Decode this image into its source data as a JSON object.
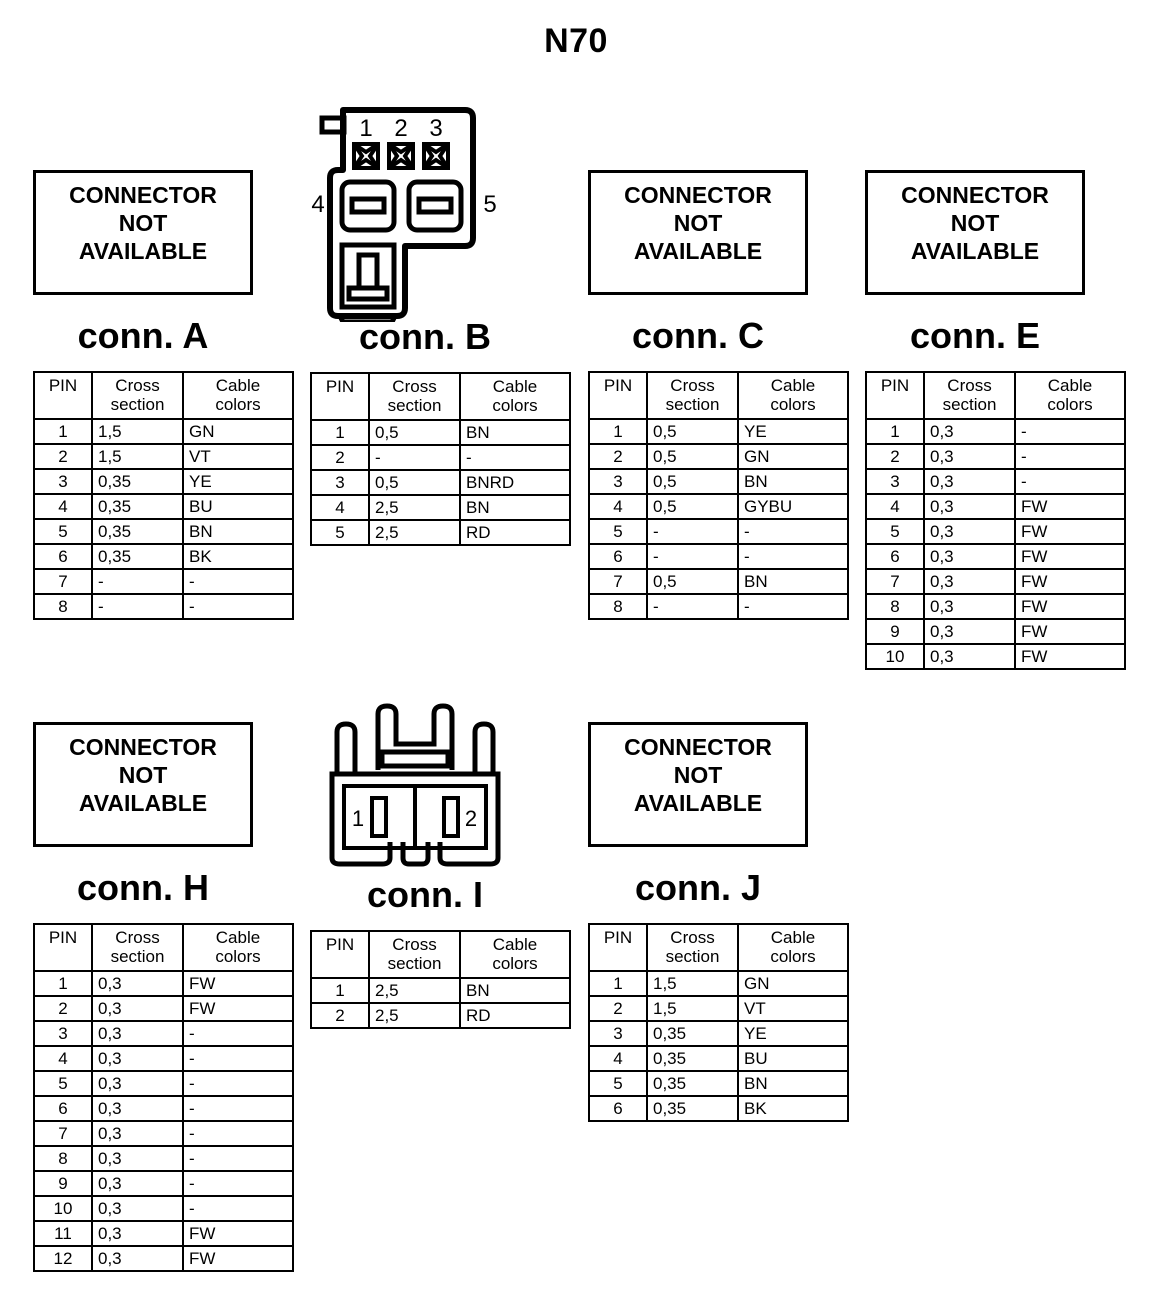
{
  "title": "N70",
  "labels": {
    "not_available": [
      "CONNECTOR",
      "NOT",
      "AVAILABLE"
    ],
    "header_pin": "PIN",
    "header_cross_1": "Cross",
    "header_cross_2": "section",
    "header_cable_1": "Cable",
    "header_cable_2": "colors"
  },
  "connectors": [
    {
      "id": "A",
      "label": "conn. A",
      "art": "not-available",
      "rows": [
        {
          "pin": "1",
          "cross_section": "1,5",
          "cable_colors": "GN"
        },
        {
          "pin": "2",
          "cross_section": "1,5",
          "cable_colors": "VT"
        },
        {
          "pin": "3",
          "cross_section": "0,35",
          "cable_colors": "YE"
        },
        {
          "pin": "4",
          "cross_section": "0,35",
          "cable_colors": "BU"
        },
        {
          "pin": "5",
          "cross_section": "0,35",
          "cable_colors": "BN"
        },
        {
          "pin": "6",
          "cross_section": "0,35",
          "cable_colors": "BK"
        },
        {
          "pin": "7",
          "cross_section": "-",
          "cable_colors": "-"
        },
        {
          "pin": "8",
          "cross_section": "-",
          "cable_colors": "-"
        }
      ]
    },
    {
      "id": "B",
      "label": "conn. B",
      "art": "connector-b-drawing",
      "art_pin_numbers": [
        "1",
        "2",
        "3",
        "4",
        "5"
      ],
      "rows": [
        {
          "pin": "1",
          "cross_section": "0,5",
          "cable_colors": "BN"
        },
        {
          "pin": "2",
          "cross_section": "-",
          "cable_colors": "-"
        },
        {
          "pin": "3",
          "cross_section": "0,5",
          "cable_colors": "BNRD"
        },
        {
          "pin": "4",
          "cross_section": "2,5",
          "cable_colors": "BN"
        },
        {
          "pin": "5",
          "cross_section": "2,5",
          "cable_colors": "RD"
        }
      ]
    },
    {
      "id": "C",
      "label": "conn. C",
      "art": "not-available",
      "rows": [
        {
          "pin": "1",
          "cross_section": "0,5",
          "cable_colors": "YE"
        },
        {
          "pin": "2",
          "cross_section": "0,5",
          "cable_colors": "GN"
        },
        {
          "pin": "3",
          "cross_section": "0,5",
          "cable_colors": "BN"
        },
        {
          "pin": "4",
          "cross_section": "0,5",
          "cable_colors": "GYBU"
        },
        {
          "pin": "5",
          "cross_section": "-",
          "cable_colors": "-"
        },
        {
          "pin": "6",
          "cross_section": "-",
          "cable_colors": "-"
        },
        {
          "pin": "7",
          "cross_section": "0,5",
          "cable_colors": "BN"
        },
        {
          "pin": "8",
          "cross_section": "-",
          "cable_colors": "-"
        }
      ]
    },
    {
      "id": "E",
      "label": "conn. E",
      "art": "not-available",
      "rows": [
        {
          "pin": "1",
          "cross_section": "0,3",
          "cable_colors": "-"
        },
        {
          "pin": "2",
          "cross_section": "0,3",
          "cable_colors": "-"
        },
        {
          "pin": "3",
          "cross_section": "0,3",
          "cable_colors": "-"
        },
        {
          "pin": "4",
          "cross_section": "0,3",
          "cable_colors": "FW"
        },
        {
          "pin": "5",
          "cross_section": "0,3",
          "cable_colors": "FW"
        },
        {
          "pin": "6",
          "cross_section": "0,3",
          "cable_colors": "FW"
        },
        {
          "pin": "7",
          "cross_section": "0,3",
          "cable_colors": "FW"
        },
        {
          "pin": "8",
          "cross_section": "0,3",
          "cable_colors": "FW"
        },
        {
          "pin": "9",
          "cross_section": "0,3",
          "cable_colors": "FW"
        },
        {
          "pin": "10",
          "cross_section": "0,3",
          "cable_colors": "FW"
        }
      ]
    },
    {
      "id": "H",
      "label": "conn. H",
      "art": "not-available",
      "rows": [
        {
          "pin": "1",
          "cross_section": "0,3",
          "cable_colors": "FW"
        },
        {
          "pin": "2",
          "cross_section": "0,3",
          "cable_colors": "FW"
        },
        {
          "pin": "3",
          "cross_section": "0,3",
          "cable_colors": "-"
        },
        {
          "pin": "4",
          "cross_section": "0,3",
          "cable_colors": "-"
        },
        {
          "pin": "5",
          "cross_section": "0,3",
          "cable_colors": "-"
        },
        {
          "pin": "6",
          "cross_section": "0,3",
          "cable_colors": "-"
        },
        {
          "pin": "7",
          "cross_section": "0,3",
          "cable_colors": "-"
        },
        {
          "pin": "8",
          "cross_section": "0,3",
          "cable_colors": "-"
        },
        {
          "pin": "9",
          "cross_section": "0,3",
          "cable_colors": "-"
        },
        {
          "pin": "10",
          "cross_section": "0,3",
          "cable_colors": "-"
        },
        {
          "pin": "11",
          "cross_section": "0,3",
          "cable_colors": "FW"
        },
        {
          "pin": "12",
          "cross_section": "0,3",
          "cable_colors": "FW"
        }
      ]
    },
    {
      "id": "I",
      "label": "conn. I",
      "art": "connector-i-drawing",
      "art_pin_numbers": [
        "1",
        "2"
      ],
      "rows": [
        {
          "pin": "1",
          "cross_section": "2,5",
          "cable_colors": "BN"
        },
        {
          "pin": "2",
          "cross_section": "2,5",
          "cable_colors": "RD"
        }
      ]
    },
    {
      "id": "J",
      "label": "conn. J",
      "art": "not-available",
      "rows": [
        {
          "pin": "1",
          "cross_section": "1,5",
          "cable_colors": "GN"
        },
        {
          "pin": "2",
          "cross_section": "1,5",
          "cable_colors": "VT"
        },
        {
          "pin": "3",
          "cross_section": "0,35",
          "cable_colors": "YE"
        },
        {
          "pin": "4",
          "cross_section": "0,35",
          "cable_colors": "BU"
        },
        {
          "pin": "5",
          "cross_section": "0,35",
          "cable_colors": "BN"
        },
        {
          "pin": "6",
          "cross_section": "0,35",
          "cable_colors": "BK"
        }
      ]
    }
  ]
}
